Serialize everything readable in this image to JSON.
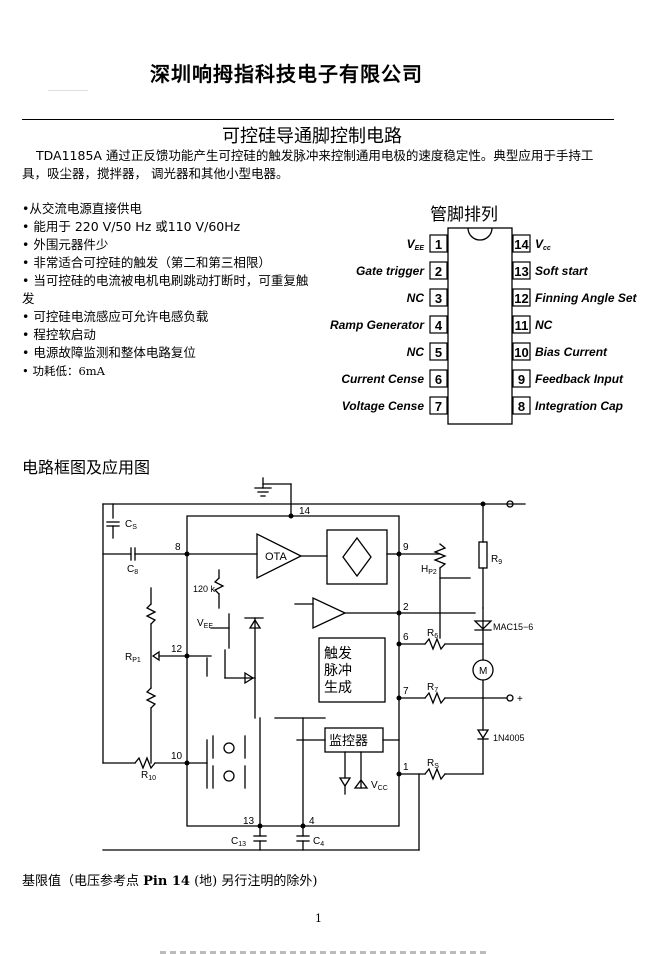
{
  "company": "深圳响拇指科技电子有限公司",
  "title": "可控硅导通脚控制电路",
  "intro": "TDA1185A 通过正反馈功能产生可控硅的触发脉冲来控制通用电极的速度稳定性。典型应用于手持工具，吸尘器，搅拌器， 调光器和其他小型电器。",
  "features": [
    "•从交流电源直接供电",
    "• 能用于 220 V/50 Hz 或110 V/60Hz",
    "• 外围元器件少",
    "• 非常适合可控硅的触发（第二和第三相限）",
    "• 当可控硅的电流被电机电刷跳动打断时，可重复触发",
    "• 可控硅电流感应可允许电感负载",
    "• 程控软启动",
    "• 电源故障监测和整体电路复位",
    "• 功耗低：6mA"
  ],
  "pinout": {
    "title": "管脚排列",
    "left": [
      {
        "num": "1",
        "label": "V",
        "sub": "EE"
      },
      {
        "num": "2",
        "label": "Gate trigger"
      },
      {
        "num": "3",
        "label": "NC"
      },
      {
        "num": "4",
        "label": "Ramp Generator"
      },
      {
        "num": "5",
        "label": "NC"
      },
      {
        "num": "6",
        "label": "Current Cense"
      },
      {
        "num": "7",
        "label": "Voltage Cense"
      }
    ],
    "right": [
      {
        "num": "14",
        "label": "V",
        "sub": "cc"
      },
      {
        "num": "13",
        "label": "Soft start"
      },
      {
        "num": "12",
        "label": "Finning Angle Set"
      },
      {
        "num": "11",
        "label": "NC"
      },
      {
        "num": "10",
        "label": "Bias Current"
      },
      {
        "num": "9",
        "label": "Feedback Input"
      },
      {
        "num": "8",
        "label": "Integration Cap"
      }
    ]
  },
  "section_title": "电路框图及应用图",
  "circuit": {
    "ota": "OTA",
    "pulse_gen": [
      "触发",
      "脉冲",
      "生成"
    ],
    "monitor": "监控器",
    "motor": "M",
    "mac": "MAC15−6",
    "diode": "1N4005",
    "r120": "120 k",
    "vee": "V",
    "vee_sub": "EE",
    "vcc": "V",
    "vcc_sub": "CC",
    "cs": "C",
    "cs_sub": "S",
    "c8": "C",
    "c8_sub": "8",
    "rp1": "R",
    "rp1_sub": "P1",
    "r10": "R",
    "r10_sub": "10",
    "c13": "C",
    "c13_sub": "13",
    "c4": "C",
    "c4_sub": "4",
    "hp2": "H",
    "hp2_sub": "P2",
    "r9": "R",
    "r9_sub": "9",
    "r6": "R",
    "r6_sub": "6",
    "r7": "R",
    "r7_sub": "7",
    "rs": "R",
    "rs_sub": "S",
    "pin_14": "14",
    "pin_8": "8",
    "pin_9": "9",
    "pin_2": "2",
    "pin_6": "6",
    "pin_7": "7",
    "pin_1": "1",
    "pin_12": "12",
    "pin_10": "10",
    "pin_13": "13",
    "pin_4": "4",
    "plus": "+"
  },
  "bottom_note": {
    "pre": "基限值（电压参考点 ",
    "bold": "Pin 14",
    "post": " (地) 另行注明的除外)"
  },
  "page_number": "1"
}
